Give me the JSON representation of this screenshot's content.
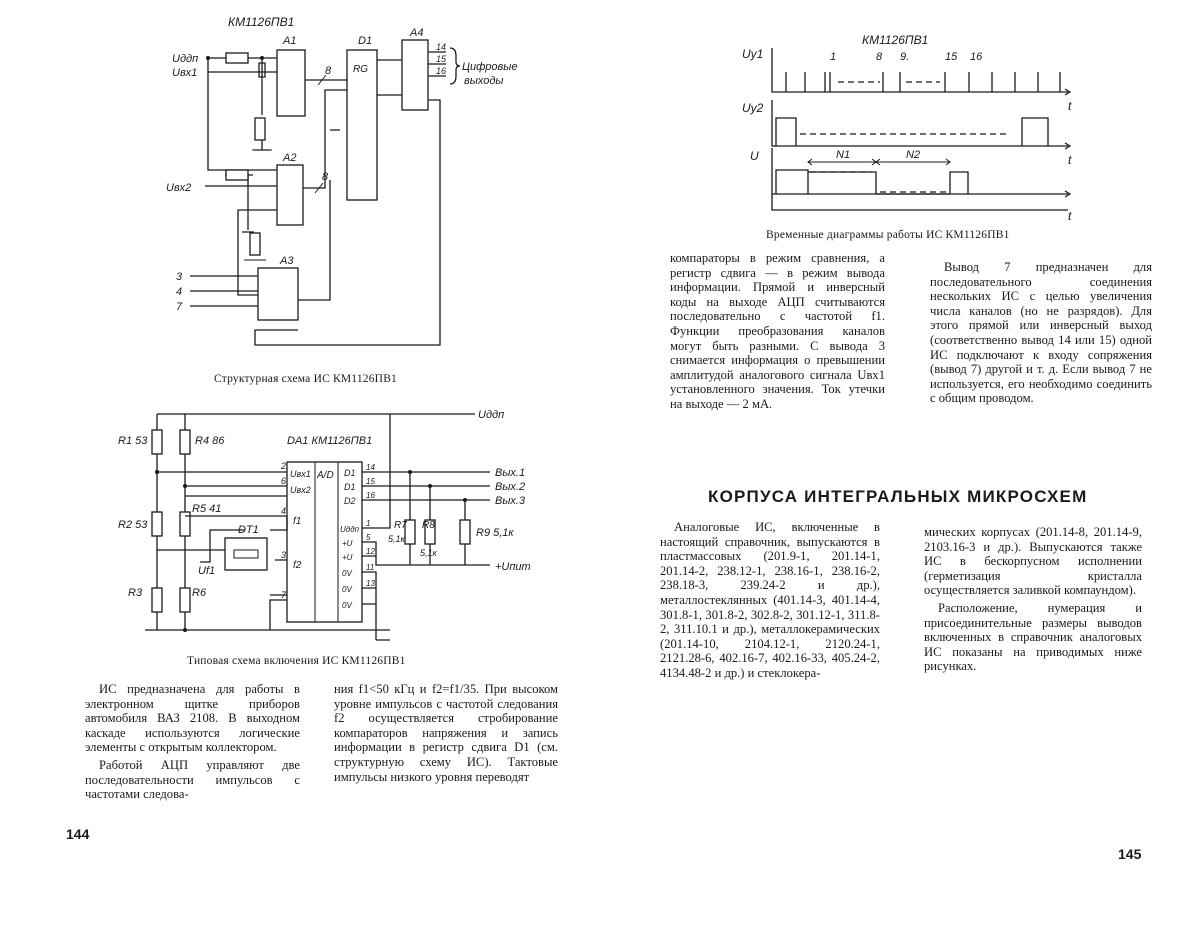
{
  "left_page": {
    "page_number": "144",
    "struct": {
      "title": "КМ1126ПВ1",
      "caption": "Структурная схема ИС КМ1126ПВ1",
      "inputs": {
        "udd": "Uддп",
        "uvx1": "Uвх1",
        "uvx2": "Uвх2",
        "p3": "3",
        "p4": "4",
        "p7": "7"
      },
      "blocks": {
        "a1": "A1",
        "a2": "A2",
        "a3": "A3",
        "a4": "A4",
        "d1": "D1",
        "d1_rg": "RG"
      },
      "bus": {
        "b1": "8",
        "b2": "8"
      },
      "outs": {
        "o14": "14",
        "o15": "15",
        "o16": "16"
      },
      "out_label_1": "Цифровые",
      "out_label_2": "выходы"
    },
    "typical": {
      "title": "DA1 КМ1126ПВ1",
      "caption": "Типовая схема включения ИС КМ1126ПВ1",
      "supply": "Uддп",
      "upit": "+Uпит",
      "uf1": "Uf1",
      "r": {
        "r1": "R1 53",
        "r4": "R4 86",
        "r2": "R2 53",
        "r5": "R5 41",
        "r3": "R3",
        "r6": "R6",
        "r7": "R7",
        "r7v": "5,1к",
        "r8": "R8",
        "r8v": "5,1к",
        "r9": "R9 5,1к"
      },
      "dt1": "DT1",
      "chip_left": {
        "l2": "2",
        "l2n": "Uвх1",
        "l6": "6",
        "l6n": "Uвх2",
        "l4": "4",
        "l4n": "f1",
        "l3": "3",
        "l3n": "f2",
        "l7": "7"
      },
      "chip_mid": "A/D",
      "chip_right": {
        "d1": "D1",
        "d1n": "14",
        "d1b": "D1",
        "d1bn": "15",
        "d2": "D2",
        "d2n": "16",
        "uddp": "Uддп",
        "uddp_n": "1",
        "p5": "+U",
        "p5n": "5",
        "p12": "+U",
        "p12n": "12",
        "ov1": "0V",
        "ov1n": "11",
        "ov2": "0V",
        "ov2n": "13",
        "ov3": "0V"
      },
      "outs": {
        "o1": "Вых.1",
        "o2": "Вых.2",
        "o3": "Вых.3"
      }
    },
    "text_col1": [
      "ИС предназначена для работы в электронном щитке приборов автомобиля ВАЗ 2108. В выходном каскаде используются логические элементы с открытым коллектором.",
      "Работой АЦП управляют две последовательности импульсов с частотами следова-"
    ],
    "text_col2": [
      "ния f1<50 кГц и f2=f1/35. При высоком уровне импульсов с частотой следования f2 осуществляется стробирование компараторов напряжения и запись информации в регистр сдвига D1 (см. структурную схему ИС). Тактовые импульсы низкого уровня переводят"
    ]
  },
  "right_page": {
    "page_number": "145",
    "timing": {
      "title": "КМ1126ПВ1",
      "caption": "Временные диаграммы работы ИС КМ1126ПВ1",
      "uy1": "Uy1",
      "uy2": "Uy2",
      "u": "U",
      "t": "t",
      "marks": {
        "m1": "1",
        "m8": "8",
        "m9": "9.",
        "m15": "15",
        "m16": "16"
      },
      "n1": "N1",
      "n2": "N2"
    },
    "text_col1": [
      "компараторы в режим сравнения, а регистр сдвига — в режим вывода информации. Прямой и инверсный коды на выходе АЦП считываются последовательно с частотой f1. Функции преобразования каналов могут быть разными. С вывода 3 снимается информация о превышении амплитудой аналогового сигнала Uвх1 установленного значения. Ток утечки на выходе — 2 мА."
    ],
    "text_col2": [
      "Вывод 7 предназначен для последовательного соединения нескольких ИС с целью увеличения числа каналов (но не разрядов). Для этого прямой или инверсный выход (соответственно вывод 14 или 15) одной ИС подключают к входу сопряжения (вывод 7) другой и т. д. Если вывод 7 не используется, его необходимо соединить с общим проводом."
    ],
    "heading": "КОРПУСА ИНТЕГРАЛЬНЫХ МИКРОСХЕМ",
    "text_col3": [
      "Аналоговые ИС, включенные в настоящий справочник, выпускаются в пластмассовых (201.9-1, 201.14-1, 201.14-2, 238.12-1, 238.16-1, 238.16-2, 238.18-3, 239.24-2 и др.), металлостеклянных (401.14-3, 401.14-4, 301.8-1, 301.8-2, 302.8-2, 301.12-1, 311.8-2, 311.10.1 и др.), металлокерамических (201.14-10, 2104.12-1, 2120.24-1, 2121.28-6, 402.16-7, 402.16-33, 405.24-2, 4134.48-2 и др.) и стеклокера-"
    ],
    "text_col4": [
      "мических корпусах (201.14-8, 201.14-9, 2103.16-3 и др.). Выпускаются также ИС в бескорпусном исполнении (герметизация кристалла осуществляется заливкой компаундом).",
      "Расположение, нумерация и присоединительные размеры выводов включенных в справочник аналоговых ИС показаны на приводимых ниже рисунках."
    ]
  }
}
